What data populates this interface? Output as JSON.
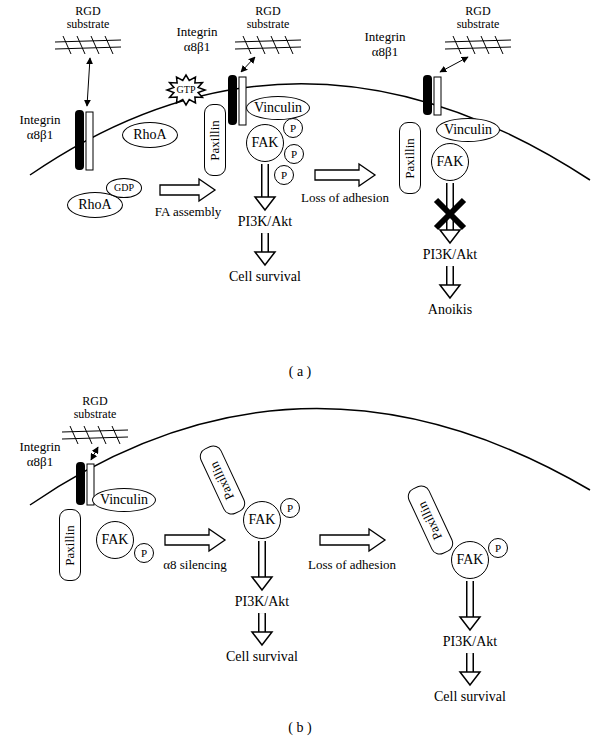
{
  "diagram": {
    "nodes": [
      {
        "text": [
          "RhoA"
        ]
      },
      {
        "text": [
          "GTP"
        ]
      },
      {
        "text": [
          "RhoA"
        ]
      },
      {
        "text": [
          "GDP"
        ]
      },
      {
        "text": [
          "Paxillin"
        ]
      },
      {
        "text": [
          "Vinculin"
        ]
      },
      {
        "text": [
          "FAK"
        ]
      },
      {
        "text": [
          "P"
        ]
      },
      {
        "text": [
          "P"
        ]
      },
      {
        "text": [
          "P"
        ]
      },
      {
        "text": [
          "PI3K/Akt"
        ]
      },
      {
        "text": [
          "Cell survival"
        ]
      },
      {
        "text": [
          "Paxillin"
        ]
      },
      {
        "text": [
          "Vinculin"
        ]
      },
      {
        "text": [
          "FAK"
        ]
      },
      {
        "text": [
          "PI3K/Akt"
        ]
      },
      {
        "text": [
          "Anoikis"
        ]
      },
      {
        "text": [
          "Paxillin"
        ]
      },
      {
        "text": [
          "Vinculin"
        ]
      },
      {
        "text": [
          "FAK"
        ]
      },
      {
        "text": [
          "P"
        ]
      },
      {
        "text": [
          "Paxillin"
        ]
      },
      {
        "text": [
          "FAK"
        ]
      },
      {
        "text": [
          "P"
        ]
      },
      {
        "text": [
          "PI3K/Akt"
        ]
      },
      {
        "text": [
          "Cell survival"
        ]
      },
      {
        "text": [
          "Paxillin"
        ]
      },
      {
        "text": [
          "FAK"
        ]
      },
      {
        "text": [
          "P"
        ]
      },
      {
        "text": [
          "PI3K/Akt"
        ]
      },
      {
        "text": [
          "Cell survival"
        ]
      }
    ],
    "edges": [
      {
        "from": 6,
        "to": 10,
        "arrow": "to"
      },
      {
        "from": 10,
        "to": 11,
        "arrow": "to"
      },
      {
        "from": 14,
        "to": 15,
        "arrow": "to"
      },
      {
        "from": 15,
        "to": 16,
        "arrow": "to"
      },
      {
        "from": 22,
        "to": 24,
        "arrow": "to"
      },
      {
        "from": 24,
        "to": 25,
        "arrow": "to"
      },
      {
        "from": 27,
        "to": 29,
        "arrow": "to"
      },
      {
        "from": 29,
        "to": 30,
        "arrow": "to"
      }
    ],
    "labels": [
      "RGD substrate",
      "Integrin α8β1",
      "FA assembly",
      "RGD substrate",
      "Integrin α8β1",
      "Loss of adhesion",
      "RGD substrate",
      "Integrin α8β1",
      "( a )",
      "RGD substrate",
      "Integrin α8β1",
      "α8 silencing",
      "Loss of adhesion",
      "( b )"
    ]
  }
}
